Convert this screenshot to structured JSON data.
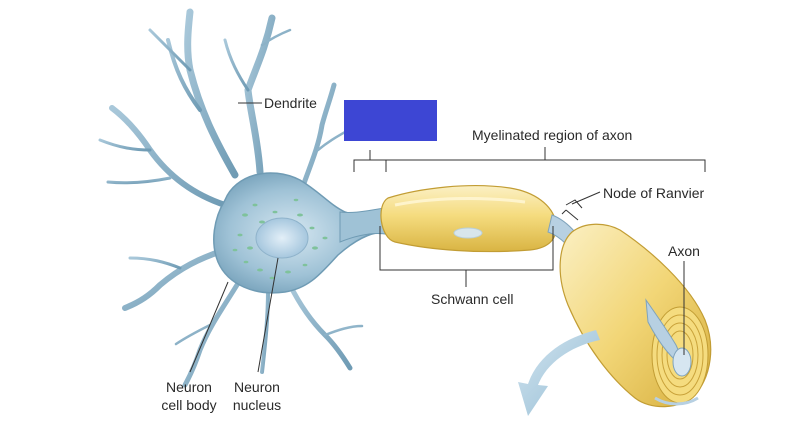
{
  "diagram": {
    "labels": {
      "dendrite": "Dendrite",
      "myelinated_region": "Myelinated region of axon",
      "node_of_ranvier": "Node of Ranvier",
      "axon": "Axon",
      "schwann_cell": "Schwann cell",
      "neuron_cell_body": [
        "Neuron",
        "cell body"
      ],
      "neuron_nucleus": [
        "Neuron",
        "nucleus"
      ]
    },
    "colors": {
      "neuron_body": "#8fb6cc",
      "nucleus": "#c9dff0",
      "organelles": "#7fc29b",
      "myelin": "#f3d56e",
      "axon_core": "#b7d0e2",
      "arrow": "#9ec4da",
      "redaction_box": "#3d46d4",
      "leader_lines": "#333333"
    }
  }
}
